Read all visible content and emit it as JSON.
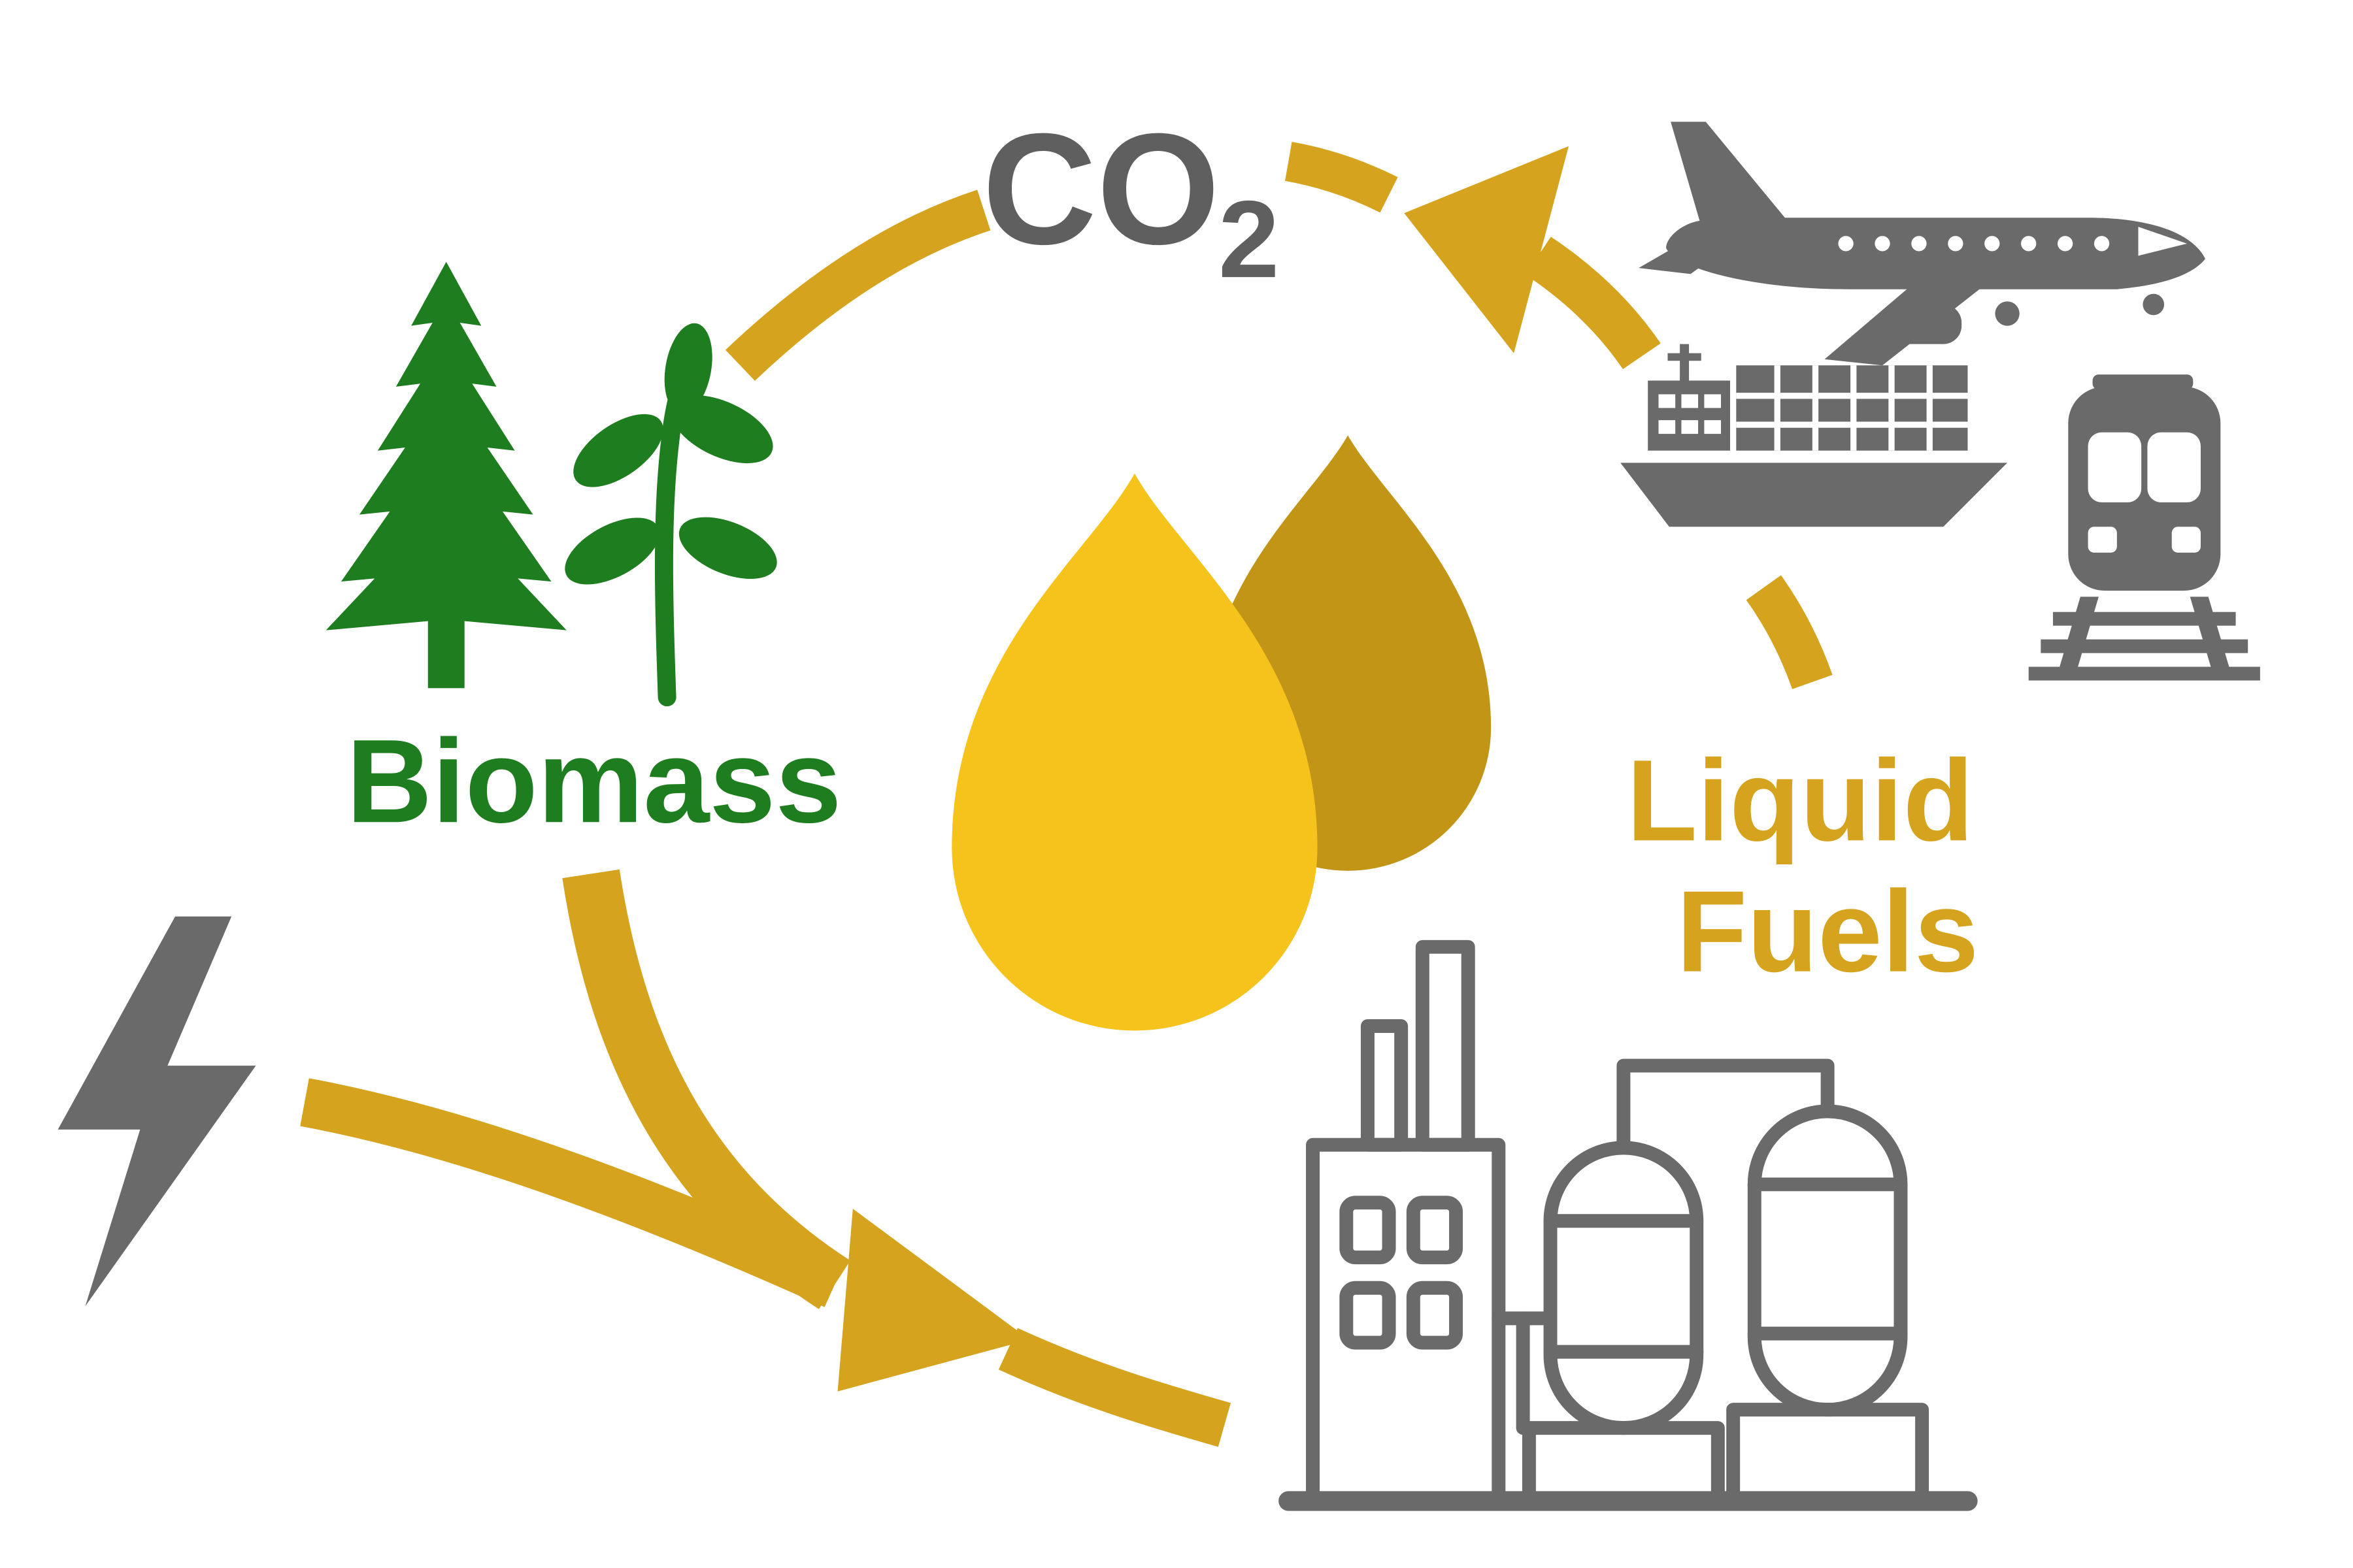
{
  "diagram": {
    "labels": {
      "co2_main": "CO",
      "co2_sub": "2",
      "biomass": "Biomass",
      "liquid_fuels_line1": "Liquid",
      "liquid_fuels_line2": "Fuels"
    },
    "colors": {
      "green": "#1E7D1E",
      "gold": "#D5A31D",
      "drop_yellow": "#F6C31C",
      "drop_dark_gold": "#C39517",
      "gray": "#6A6A6A",
      "co2_gray": "#5F5F5F",
      "background": "#FFFFFF"
    },
    "icons": [
      "pine-tree-icon",
      "sapling-icon",
      "fuel-drop-back-icon",
      "fuel-drop-front-icon",
      "airplane-icon",
      "container-ship-icon",
      "train-icon",
      "refinery-icon",
      "lightning-bolt-icon",
      "cycle-arrow-biomass-to-co2",
      "cycle-arrow-transport-to-co2",
      "cycle-arrow-transport-to-liquid-fuels",
      "cycle-arrow-biomass-to-refinery",
      "cycle-arrow-electricity-to-refinery"
    ]
  }
}
